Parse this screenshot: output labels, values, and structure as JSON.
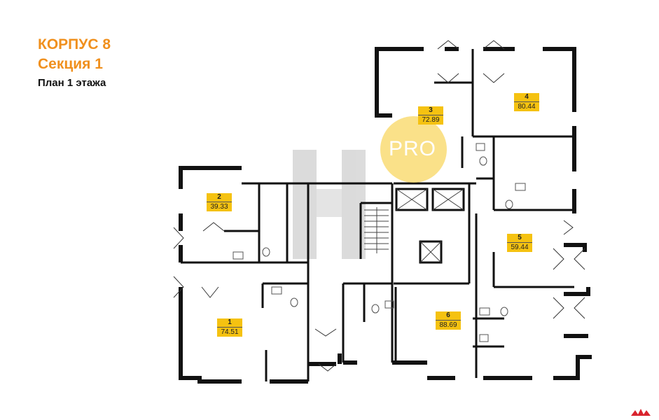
{
  "header": {
    "building": "КОРПУС 8",
    "section": "Секция 1",
    "floor_plan": "План 1 этажа"
  },
  "apartments": [
    {
      "number": "1",
      "area": "74.51"
    },
    {
      "number": "2",
      "area": "39.33"
    },
    {
      "number": "3",
      "area": "72.89"
    },
    {
      "number": "4",
      "area": "80.44"
    },
    {
      "number": "5",
      "area": "59.44"
    },
    {
      "number": "6",
      "area": "88.69"
    }
  ],
  "watermark": {
    "text": "PRO",
    "color": "#f5c828"
  },
  "colors": {
    "accent": "#f0901e",
    "label_bg": "#f5c211",
    "wall": "#111111"
  }
}
